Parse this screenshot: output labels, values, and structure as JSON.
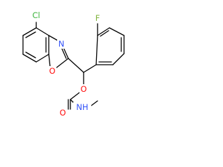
{
  "molecule": {
    "atoms": {
      "cl": "Cl",
      "n_oxazole": "N",
      "o_oxazole": "O",
      "f": "F",
      "o_ester": "O",
      "o_carbonyl": "O",
      "nh": "NH"
    }
  },
  "colors": {
    "chlorine": "#3cb43c",
    "nitrogen": "#3050f8",
    "oxygen": "#ff0d0d",
    "fluorine": "#7fb33b",
    "bond": "#000000"
  }
}
